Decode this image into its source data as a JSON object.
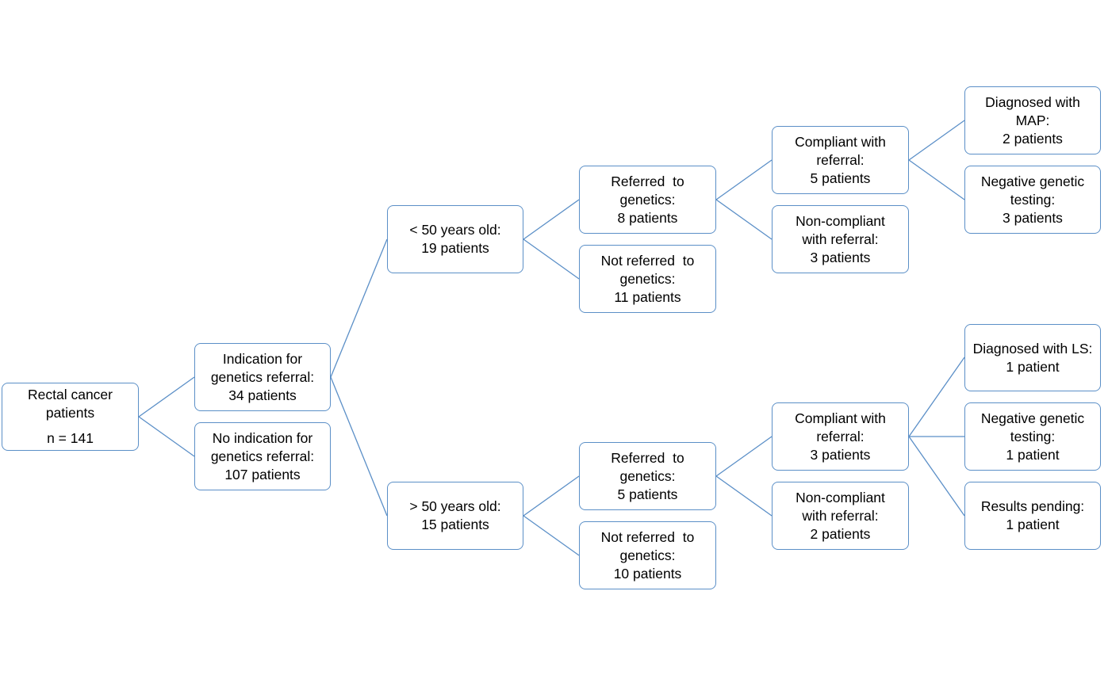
{
  "diagram": {
    "line_color": "#5b8fc7",
    "nodes": {
      "root": [
        "Rectal cancer",
        "patients",
        "n = 141"
      ],
      "indication": [
        "Indication for",
        "genetics referral:",
        "34 patients"
      ],
      "no_indication": [
        "No indication for",
        "genetics referral:",
        "107 patients"
      ],
      "under50": [
        "< 50 years old:",
        "19 patients"
      ],
      "over50": [
        "> 50 years old:",
        "15 patients"
      ],
      "u_referred": [
        "Referred  to",
        "genetics:",
        "8 patients"
      ],
      "u_not_referred": [
        "Not referred  to",
        "genetics:",
        "11 patients"
      ],
      "o_referred": [
        "Referred  to",
        "genetics:",
        "5 patients"
      ],
      "o_not_referred": [
        "Not referred  to",
        "genetics:",
        "10 patients"
      ],
      "u_compliant": [
        "Compliant with",
        "referral:",
        "5 patients"
      ],
      "u_noncompliant": [
        "Non-compliant",
        "with referral:",
        "3 patients"
      ],
      "o_compliant": [
        "Compliant with",
        "referral:",
        "3 patients"
      ],
      "o_noncompliant": [
        "Non-compliant",
        "with referral:",
        "2 patients"
      ],
      "u_map": [
        "Diagnosed with",
        "MAP:",
        "2 patients"
      ],
      "u_negative": [
        "Negative genetic",
        "testing:",
        "3 patients"
      ],
      "o_ls": [
        "Diagnosed with LS:",
        "1 patient"
      ],
      "o_negative": [
        "Negative genetic",
        "testing:",
        "1 patient"
      ],
      "o_pending": [
        "Results pending:",
        "1 patient"
      ]
    }
  }
}
